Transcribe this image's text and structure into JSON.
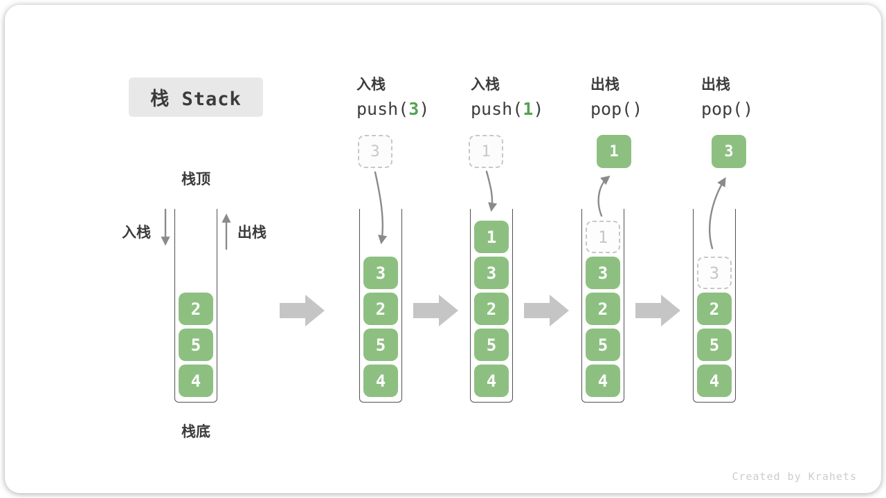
{
  "title": "栈 Stack",
  "legend": {
    "stack_top": "栈顶",
    "stack_bottom": "栈底",
    "push_label": "入栈",
    "pop_label": "出栈"
  },
  "operations": [
    {
      "zh": "入栈",
      "code_pre": "push(",
      "code_arg": "3",
      "code_post": ")",
      "box_value": "3",
      "box_style": "ghost"
    },
    {
      "zh": "入栈",
      "code_pre": "push(",
      "code_arg": "1",
      "code_post": ")",
      "box_value": "1",
      "box_style": "ghost"
    },
    {
      "zh": "出栈",
      "code_pre": "pop(",
      "code_arg": "",
      "code_post": ")",
      "box_value": "1",
      "box_style": "solid"
    },
    {
      "zh": "出栈",
      "code_pre": "pop(",
      "code_arg": "",
      "code_post": ")",
      "box_value": "3",
      "box_style": "solid"
    }
  ],
  "stacks": [
    {
      "cells": [
        {
          "v": "2"
        },
        {
          "v": "5"
        },
        {
          "v": "4"
        }
      ]
    },
    {
      "cells": [
        {
          "v": "3"
        },
        {
          "v": "2"
        },
        {
          "v": "5"
        },
        {
          "v": "4"
        }
      ]
    },
    {
      "cells": [
        {
          "v": "1"
        },
        {
          "v": "3"
        },
        {
          "v": "2"
        },
        {
          "v": "5"
        },
        {
          "v": "4"
        }
      ]
    },
    {
      "cells": [
        {
          "v": "1",
          "ghost": true
        },
        {
          "v": "3"
        },
        {
          "v": "2"
        },
        {
          "v": "5"
        },
        {
          "v": "4"
        }
      ]
    },
    {
      "cells": [
        {
          "v": "3",
          "ghost": true
        },
        {
          "v": "2"
        },
        {
          "v": "5"
        },
        {
          "v": "4"
        }
      ]
    }
  ],
  "watermark": "Created by Krahets",
  "colors": {
    "green": "#8dc080",
    "accent_green": "#56a152",
    "arrow": "#8a8a8a",
    "block_arrow": "#c5c5c5",
    "ink": "#3b3b3b",
    "ghost": "#c7c7c7"
  }
}
